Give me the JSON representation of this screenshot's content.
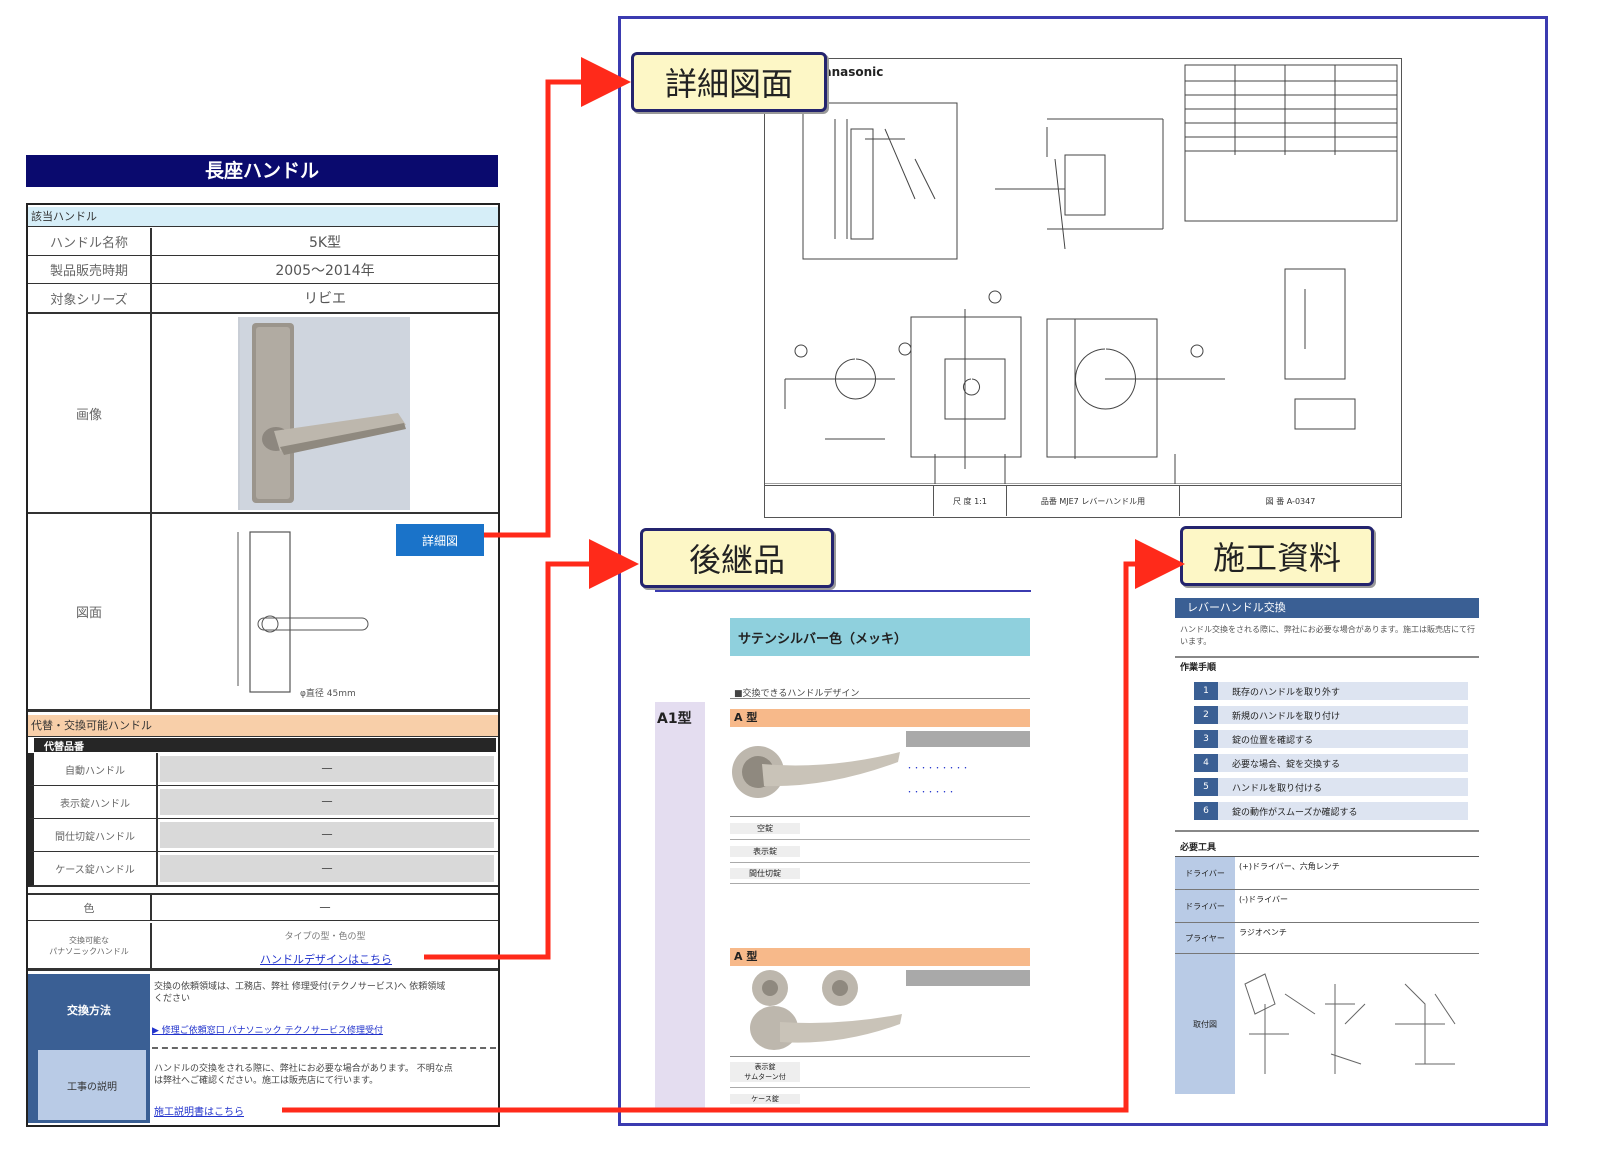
{
  "left_sheet": {
    "title": "長座ハンドル",
    "section_handle": "該当ハンドル",
    "rows": [
      {
        "label": "ハンドル名称",
        "value": "5K型"
      },
      {
        "label": "製品販売時期",
        "value": "2005～2014年"
      },
      {
        "label": "対象シリーズ",
        "value": "リビエ"
      }
    ],
    "photo_label": "画像",
    "drawing_label": "図面",
    "detail_button": "詳細図",
    "drawing_dimension": "φ直径 45mm",
    "section_replacement": "代替・交換可能ハンドル",
    "replacement_header": "代替品番",
    "replacement_rows": [
      {
        "label": "自動ハンドル",
        "value": "－"
      },
      {
        "label": "表示錠ハンドル",
        "value": "－"
      },
      {
        "label": "間仕切錠ハンドル",
        "value": "－"
      },
      {
        "label": "ケース錠ハンドル",
        "value": "－"
      }
    ],
    "color_row": {
      "label": "色",
      "value": "－"
    },
    "successor_row": {
      "label": "交換可能な\nパナソニックハンドル",
      "note": "タイプの型・色の型",
      "link": "ハンドルデザインはこちら"
    },
    "procedure_label": "交換方法",
    "procedure_text": "交換の依頼領域は、工務店、弊社 修理受付(テクノサービス)へ 依頼領域ください",
    "procedure_link": "▶ 修理ご依頼窓口 パナソニック テクノサービス修理受付",
    "construction_label": "工事の説明",
    "construction_text": "ハンドルの交換をされる際に、弊社にお必要な場合があります。 不明な点は弊社へご確認ください。施工は販売店にて行います。",
    "construction_link": "施工説明書はこちら"
  },
  "callouts": {
    "drawing": "詳細図面",
    "successor": "後継品",
    "construction": "施工資料"
  },
  "drawing_sheet": {
    "brand": "Panasonic",
    "footer_cells": [
      "尺 度 1:1",
      "品番 MJE7 レバーハンドル用",
      "図 番 A-0347"
    ]
  },
  "successor_doc": {
    "banner": "サテンシルバー色（メッキ）",
    "caption": "■交換できるハンドルデザイン",
    "type_label": "A1型",
    "block1_head": "A 型",
    "block2_head": "A 型",
    "row_labels_1": [
      "空錠",
      "表示錠",
      "間仕切錠"
    ],
    "row_labels_2": [
      "表示錠\nサムターン付",
      "ケース錠"
    ]
  },
  "construction_doc": {
    "banner": "レバーハンドル交換",
    "intro": "ハンドル交換をされる際に、弊社にお必要な場合があります。施工は販売店にて行います。",
    "steps_title": "作業手順",
    "steps": [
      {
        "num": "1",
        "text": "既存のハンドルを取り外す"
      },
      {
        "num": "2",
        "text": "新規のハンドルを取り付け"
      },
      {
        "num": "3",
        "text": "錠の位置を確認する"
      },
      {
        "num": "4",
        "text": "必要な場合、錠を交換する"
      },
      {
        "num": "5",
        "text": "ハンドルを取り付ける"
      },
      {
        "num": "6",
        "text": "錠の動作がスムーズか確認する"
      }
    ],
    "table_title": "必要工具",
    "table_rows": [
      {
        "label": "ドライバー",
        "text": "(+)ドライバー、六角レンチ"
      },
      {
        "label": "ドライバー",
        "text": "(-)ドライバー"
      },
      {
        "label": "プライヤー",
        "text": "ラジオペンチ"
      }
    ],
    "figure_label": "取付図"
  },
  "colors": {
    "navy": "#0a0a6e",
    "frame": "#3b3bb0",
    "arrow": "#ff2a1a",
    "callout_bg": "#fdf7c6",
    "detail_btn": "#1a73c9",
    "peach": "#f8cfa9",
    "light_blue": "#d6eef8",
    "steel_blue": "#3a5f94",
    "pale_blue": "#b9cbe6"
  }
}
